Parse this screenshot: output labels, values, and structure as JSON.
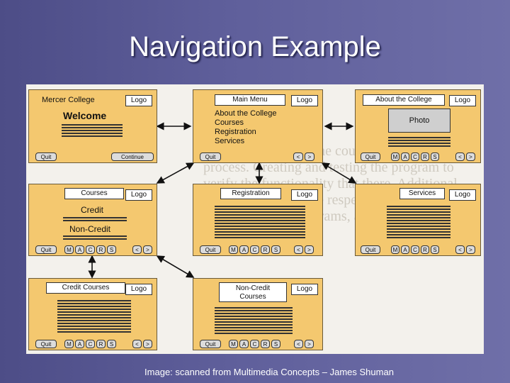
{
  "title": "Navigation Example",
  "caption": "Image: scanned from Multimedia Concepts – James Shuman",
  "background_text": "computer based online course development process. Creating and testing the program to verify the functionality that there. Additional documentation of the respective components can be a help to the programs, and for the ease of testing the rule list.",
  "screens": {
    "mercer": {
      "header": "Mercer College",
      "logo": "Logo",
      "welcome": "Welcome",
      "quit": "Quit",
      "continue": "Continue"
    },
    "main_menu": {
      "header": "Main Menu",
      "logo": "Logo",
      "items": [
        "About the College",
        "Courses",
        "Registration",
        "Services"
      ],
      "quit": "Quit",
      "prev": "<",
      "next": ">"
    },
    "about": {
      "header": "About the College",
      "logo": "Logo",
      "photo": "Photo",
      "quit": "Quit",
      "m": "M",
      "a": "A",
      "c": "C",
      "r": "R",
      "s": "S",
      "prev": "<",
      "next": ">"
    },
    "courses": {
      "header": "Courses",
      "logo": "Logo",
      "credit": "Credit",
      "noncredit": "Non-Credit",
      "quit": "Quit",
      "m": "M",
      "a": "A",
      "c": "C",
      "r": "R",
      "s": "S",
      "prev": "<",
      "next": ">"
    },
    "registration": {
      "header": "Registration",
      "logo": "Logo",
      "quit": "Quit",
      "m": "M",
      "a": "A",
      "c": "C",
      "r": "R",
      "s": "S",
      "prev": "<",
      "next": ">"
    },
    "services": {
      "header": "Services",
      "logo": "Logo",
      "quit": "Quit",
      "m": "M",
      "a": "A",
      "c": "C",
      "r": "R",
      "s": "S",
      "prev": "<",
      "next": ">"
    },
    "credit_courses": {
      "header": "Credit Courses",
      "logo": "Logo",
      "quit": "Quit",
      "m": "M",
      "a": "A",
      "c": "C",
      "r": "R",
      "s": "S",
      "prev": "<",
      "next": ">"
    },
    "noncredit_courses": {
      "header1": "Non-Credit",
      "header2": "Courses",
      "logo": "Logo",
      "quit": "Quit",
      "m": "M",
      "a": "A",
      "c": "C",
      "r": "R",
      "s": "S",
      "prev": "<",
      "next": ">"
    }
  }
}
